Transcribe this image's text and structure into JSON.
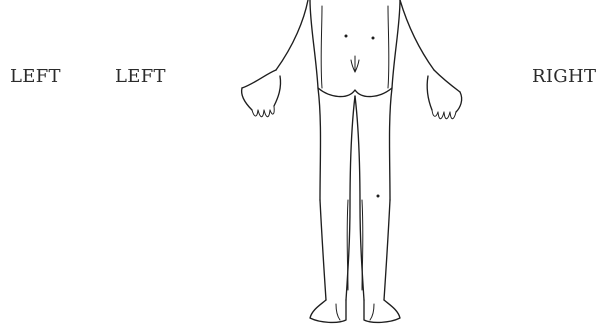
{
  "labels": {
    "left_1": "LEFT",
    "left_2": "LEFT",
    "right": "RIGHT"
  },
  "colors": {
    "background": "#ffffff",
    "ink": "#1e1e1e"
  },
  "figure": {
    "icon": "body-back-view-outline"
  }
}
